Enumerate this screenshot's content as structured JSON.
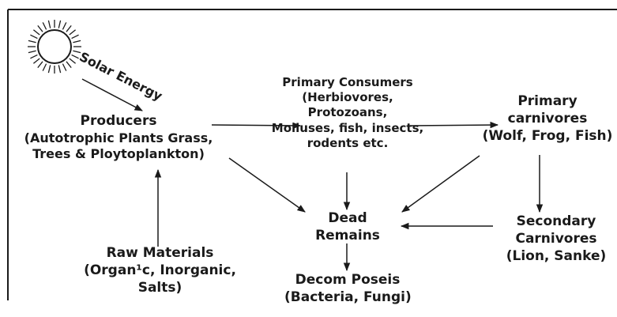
{
  "diagram": {
    "solar_energy": "Solar Energy",
    "producers": {
      "title": "Producers",
      "lines": [
        "(Autotrophic Plants Grass,",
        "Trees & Ploytoplankton)"
      ]
    },
    "primary_consumers": {
      "lines": [
        "Primary Consumers",
        "(Herbiovores,",
        "Protozoans,",
        "Molluses, fish, insects,",
        "rodents etc."
      ]
    },
    "primary_carnivores": {
      "lines": [
        "Primary",
        "carnivores",
        "(Wolf, Frog, Fish)"
      ]
    },
    "dead_remains": {
      "lines": [
        "Dead",
        "Remains"
      ]
    },
    "secondary_carnivores": {
      "lines": [
        "Secondary",
        "Carnivores",
        "(Lion, Sanke)"
      ]
    },
    "raw_materials": {
      "lines": [
        "Raw Materials",
        "(Organ¹c, Inorganic,",
        "Salts)"
      ]
    },
    "decomposers": {
      "lines": [
        "Decom Poseis",
        "(Bacteria, Fungi)"
      ]
    }
  },
  "colors": {
    "ink": "#1a1a1a",
    "background": "#ffffff"
  }
}
